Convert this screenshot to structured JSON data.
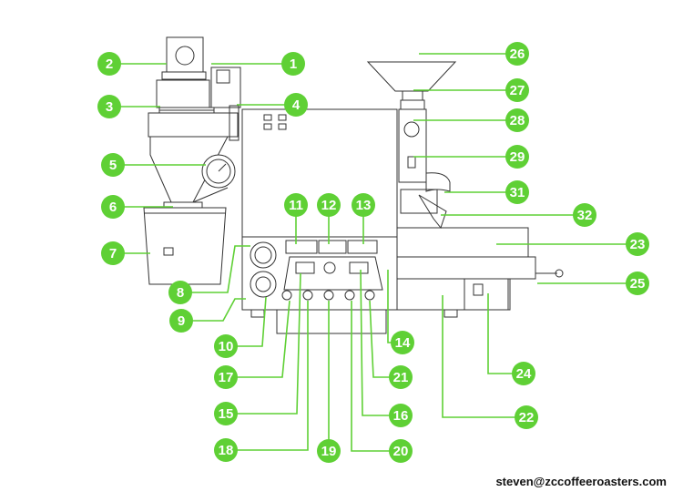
{
  "footer": {
    "email": "steven@zccoffeeroasters.com"
  },
  "colors": {
    "badge": "#5fd035",
    "line": "#333333"
  },
  "callouts": [
    "1",
    "2",
    "3",
    "4",
    "5",
    "6",
    "7",
    "8",
    "9",
    "10",
    "11",
    "12",
    "13",
    "14",
    "15",
    "16",
    "17",
    "18",
    "19",
    "20",
    "21",
    "22",
    "23",
    "24",
    "25",
    "26",
    "27",
    "28",
    "29",
    "31",
    "32"
  ]
}
